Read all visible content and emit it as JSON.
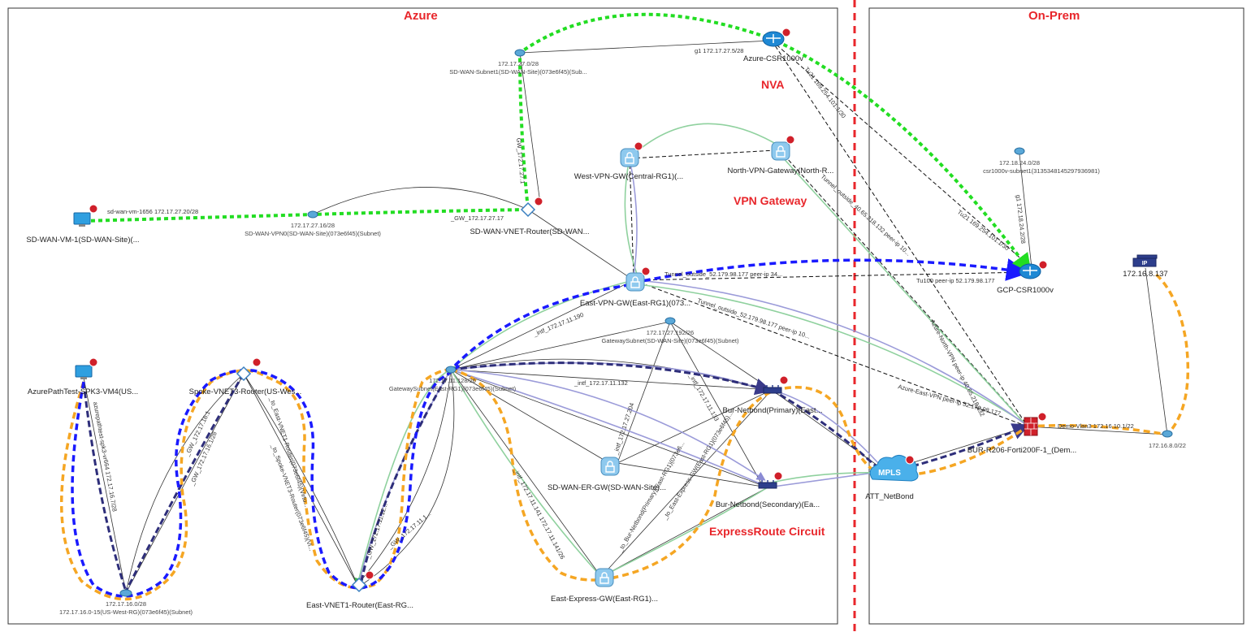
{
  "regions": {
    "azure": "Azure",
    "onprem": "On-Prem"
  },
  "sections": {
    "nva": "NVA",
    "vpn": "VPN Gateway",
    "expressroute": "ExpressRoute Circuit"
  },
  "nodes": {
    "azure_csr": {
      "name": "Azure-CSR1000v"
    },
    "sdwan_subnet1": {
      "name": "172.17.27.0/28",
      "sub": "SD-WAN-Subnet1(SD-WAN-Site)(073e6f45)(Sub..."
    },
    "sdwan_vm": {
      "name": "SD-WAN-VM-1(SD-WAN-Site)(..."
    },
    "sdwan_vpn0": {
      "name": "172.17.27.16/28",
      "sub": "SD-WAN-VPN0(SD-WAN-Site)(073e6f45)(Subnet)"
    },
    "sdwan_router": {
      "name": "SD-WAN-VNET-Router(SD-WAN..."
    },
    "west_vpn": {
      "name": "West-VPN-GW(Central-RG1)(..."
    },
    "north_vpn": {
      "name": "North-VPN-Gateway(North-R..."
    },
    "east_vpn": {
      "name": "East-VPN-GW(East-RG1)(073..."
    },
    "gw_subnet_sdwan": {
      "name": "172.17.27.192/26",
      "sub": "GatewaySubnet(SD-WAN-Site)(073e6f45)(Subnet)"
    },
    "gw_subnet_east": {
      "name": "172.17.11.128/26",
      "sub": "GatewaySubnet(East-RG1)(073e6f45)(Subnet)"
    },
    "azure_vm4": {
      "name": "AzurePathTest-SPK3-VM4(US..."
    },
    "spoke_router": {
      "name": "Spoke-VNET3-Router(US-Wes..."
    },
    "subnet_16": {
      "name": "172.17.16.0/28",
      "sub": "172.17.16.0-15(US-West-RG)(073e6f45)(Subnet)"
    },
    "east_vnet1_router": {
      "name": "East-VNET1-Router(East-RG..."
    },
    "bur_primary": {
      "name": "Bur-Netbond(Primary)(East..."
    },
    "bur_secondary": {
      "name": "Bur-Netbond(Secondary)(Ea..."
    },
    "sdwan_er": {
      "name": "SD-WAN-ER-GW(SD-WAN-Site)..."
    },
    "east_express": {
      "name": "East-Express-GW(East-RG1)..."
    },
    "mpls": {
      "name": "ATT_NetBond",
      "cloud_label": "MPLS"
    },
    "gcp_csr": {
      "name": "GCP-CSR1000v"
    },
    "csr_subnet": {
      "name": "172.18.24.0/28",
      "sub": "csr1000v-subnet1(3135348145297936981)"
    },
    "ip_host": {
      "name": "172.16.8.137",
      "badge": "IP"
    },
    "forti": {
      "name": "BUR-R206-Forti200F-1_(Dem..."
    },
    "subnet_168": {
      "name": "172.16.8.0/22"
    }
  },
  "edge_labels": {
    "g1_azure": "g1 172.17.27.5/28",
    "gw_27_1": "GW_172.17.27.1",
    "sdwan_vm_ip": "sd-wan-vm-1656 172.17.27.20/28",
    "gw_27_17": "_GW_172.17.27.17",
    "tu21_a": "Tu21 169.254.101.1/30",
    "tunnel_north": "Tunnel_outside_40.65.218.132 peer-ip 10...",
    "tu21_b": "Tu21 169.254.101.1/30",
    "g1_gcp": "g1 172.18.24.2/28",
    "tunnel_east_1": "Tunnel_outside_52.179.98.177 peer-ip 34...",
    "tu100": "Tu100 peer-ip 52.179.98.177",
    "tunnel_east_2": "Tunnel_outside_52.179.98.177 peer-ip 10...",
    "azure_north_peer": "Azure-North-VPN peer-ip 40.65.218.132",
    "azure_east_peer": "Azure-East-VPN peer-ip 52.179.98.177",
    "demo_vlan3": "Demo-Vlan3 172.16.10.1/22",
    "intf_190": "_intf_172.17.11.190",
    "intf_132": "_intf_172.17.11.132",
    "intf_133": "_intf_172.17.11.133",
    "intf_27_204": "_intf_172.17.27.204",
    "intf_141": "_intf_172.17.11.141 172.17.11.141/26",
    "to_bur_primary": "_to_Bur-Netbond(Primary)(East-RG1)(073e6...",
    "to_express_gw": "_to_East-Express-GW(East-RG1)(073e6f45)...",
    "azure_spk3": "azurepathtest-spk3-vr664 172.17.16.7/28",
    "gw_16_1a": "_GW_172.17.16.1",
    "gw_16_1b": "_GW_172.17.16.1/28",
    "to_east_vnet1": "_to_East-VNET1-Router(073e6f45)(Virtu...",
    "to_spoke_vnet3": "_to_Spoke-VNET3-Router(073e6f45)(Vi...",
    "gw_11_12": "_GW_172.17.11.12...",
    "gw_11_1x": "_GW_172.17.11.1..."
  }
}
